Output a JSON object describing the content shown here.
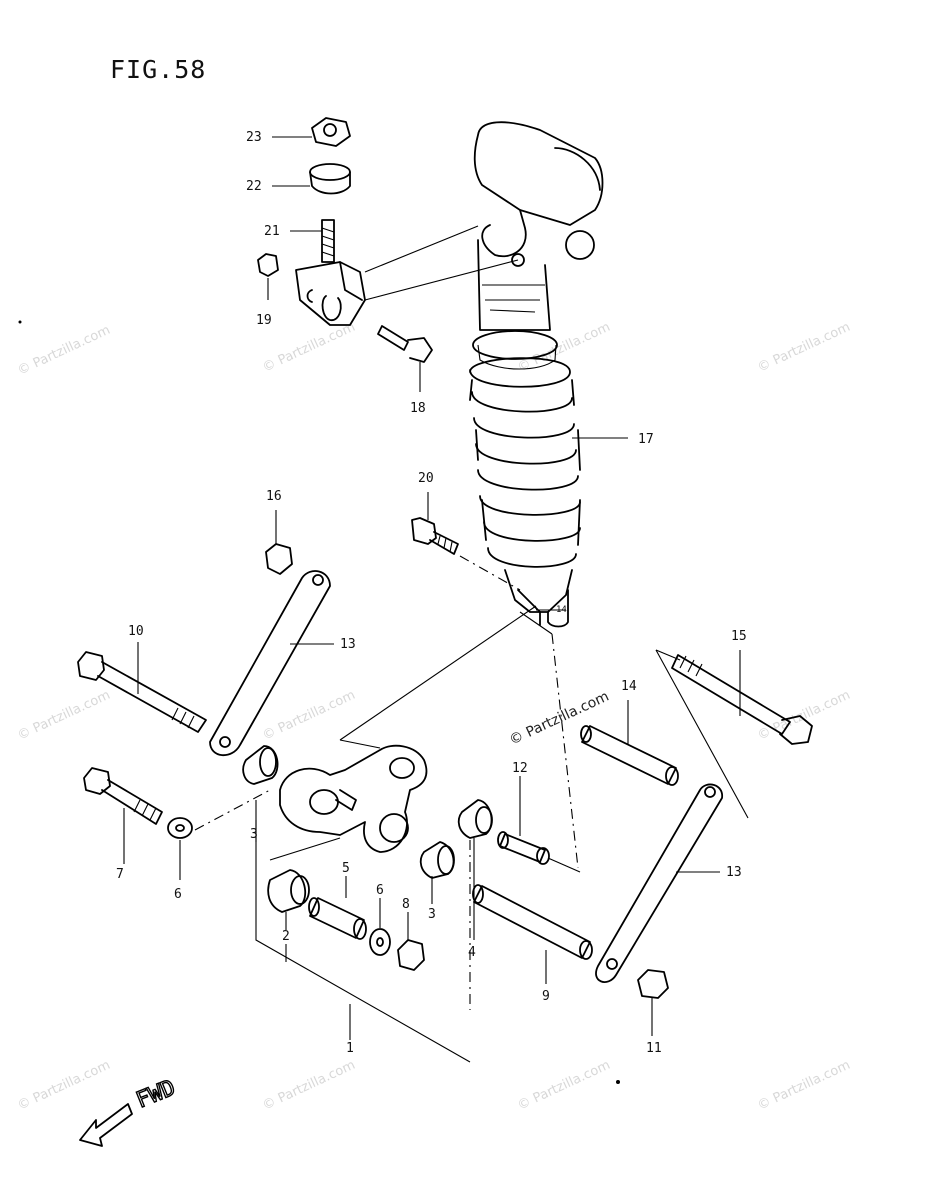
{
  "figure": {
    "title": "FIG.58",
    "direction_label": "FWD"
  },
  "watermark": "© Partzilla.com",
  "callouts": [
    "1",
    "2",
    "3",
    "3",
    "4",
    "5",
    "6",
    "6",
    "7",
    "8",
    "9",
    "10",
    "11",
    "12",
    "13",
    "13",
    "14",
    "15",
    "16",
    "17",
    "18",
    "19",
    "20",
    "21",
    "22",
    "23"
  ],
  "labels": {
    "p1": "1",
    "p2": "2",
    "p3a": "3",
    "p3b": "3",
    "p4": "4",
    "p5": "5",
    "p6a": "6",
    "p6b": "6",
    "p7": "7",
    "p8": "8",
    "p9": "9",
    "p10": "10",
    "p11": "11",
    "p12": "12",
    "p13a": "13",
    "p13b": "13",
    "p14": "14",
    "p15": "15",
    "p16": "16",
    "p17": "17",
    "p18": "18",
    "p19": "19",
    "p20": "20",
    "p21": "21",
    "p22": "22",
    "p23": "23"
  }
}
